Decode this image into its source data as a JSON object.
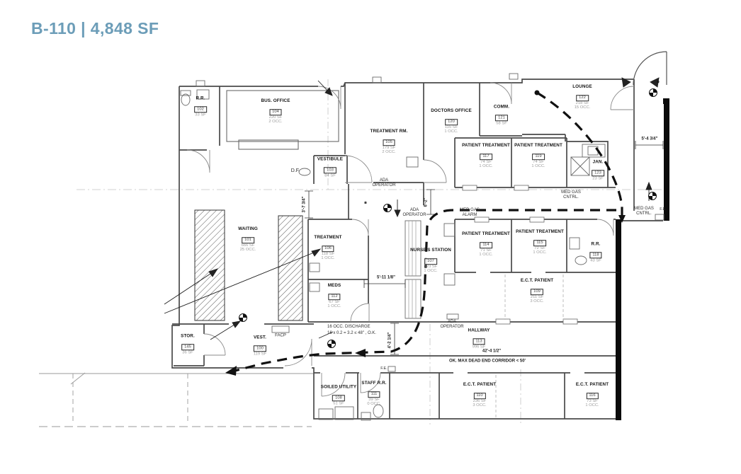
{
  "title": "B-110 | 4,848 SF",
  "colors": {
    "title": "#6C9DB8",
    "walls": "#4a4a4a",
    "egress": "#111111"
  },
  "rooms": [
    {
      "name": "R.R.",
      "number": "102",
      "area": "33 SF",
      "occ": ""
    },
    {
      "name": "BUS. OFFICE",
      "number": "104",
      "area": "220 SF",
      "occ": "2 OCC."
    },
    {
      "name": "VESTIBULE",
      "number": "103",
      "area": "84 SF",
      "occ": ""
    },
    {
      "name": "TREATMENT RM.",
      "number": "105",
      "area": "179 SF",
      "occ": "2 OCC."
    },
    {
      "name": "DOCTORS OFFICE",
      "number": "120",
      "area": "115 SF",
      "occ": "1 OCC."
    },
    {
      "name": "COMM.",
      "number": "121",
      "area": "58 SF",
      "occ": ""
    },
    {
      "name": "PATIENT TREATMENT",
      "number": "117",
      "area": "74 SF",
      "occ": "1 OCC."
    },
    {
      "name": "PATIENT TREATMENT",
      "number": "119",
      "area": "74 SF",
      "occ": "1 OCC."
    },
    {
      "name": "LOUNGE",
      "number": "122",
      "area": "218 SF",
      "occ": "15 OCC."
    },
    {
      "name": "JAN.",
      "number": "123",
      "area": "23 SF",
      "occ": ""
    },
    {
      "name": "WAITING",
      "number": "101",
      "area": "666 SF",
      "occ": "25 OCC."
    },
    {
      "name": "TREATMENT",
      "number": "106",
      "area": "118 SF",
      "occ": "1 OCC."
    },
    {
      "name": "MEDS",
      "number": "112",
      "area": "67 SF",
      "occ": "1 OCC."
    },
    {
      "name": "NURSE'S STATION",
      "number": "107",
      "area": "123 SF",
      "occ": "1 OCC."
    },
    {
      "name": "PATIENT TREATMENT",
      "number": "114",
      "area": "71 SF",
      "occ": "1 OCC."
    },
    {
      "name": "PATIENT TREATMENT",
      "number": "115",
      "area": "72 SF",
      "occ": "1 OCC."
    },
    {
      "name": "R.R.",
      "number": "118",
      "area": "43 SF",
      "occ": ""
    },
    {
      "name": "E.C.T. PATIENT",
      "number": "109",
      "area": "211 SF",
      "occ": "3 OCC."
    },
    {
      "name": "HALLWAY",
      "number": "113",
      "area": "996 SF",
      "occ": ""
    },
    {
      "name": "STOR.",
      "number": "145",
      "area": "36 SF",
      "occ": ""
    },
    {
      "name": "VEST.",
      "number": "100",
      "area": "119 SF",
      "occ": ""
    },
    {
      "name": "SOILED UTILITY",
      "number": "108",
      "area": "51 SF",
      "occ": ""
    },
    {
      "name": "STAFF R.R.",
      "number": "111",
      "area": "39 SF",
      "occ": "0 OCC."
    },
    {
      "name": "E.C.T. PATIENT",
      "number": "110",
      "area": "236 SF",
      "occ": "3 OCC."
    },
    {
      "name": "E.C.T. PATIENT",
      "number": "116",
      "area": "73 SF",
      "occ": "1 OCC."
    }
  ],
  "annotations": {
    "df": "D.F.",
    "ada_operator": "ADA OPERATOR",
    "med_gas_alarm": "MED GAS ALARM",
    "med_gas_cntrl": "MED GAS CNTRL.",
    "fe": "F.E.",
    "facp": "FACP",
    "asterisk": "*",
    "discharge_line1": "16 OCC. DISCHARGE",
    "discharge_line2": "16 x 0.2 = 3.2 ≤ 48\" , O.K.",
    "dead_end_note": "OK. MAX DEAD END CORRIDOR < 50'"
  },
  "dimensions": {
    "lounge_exit": "5'-4 3/4\"",
    "vestibule": "3'-7 3/4\"",
    "corridor": "6'-2\"",
    "nurse": "5'-11 1/8\"",
    "discharge": "4'-2 1/4\"",
    "hallway": "42'-4 1/2\""
  }
}
